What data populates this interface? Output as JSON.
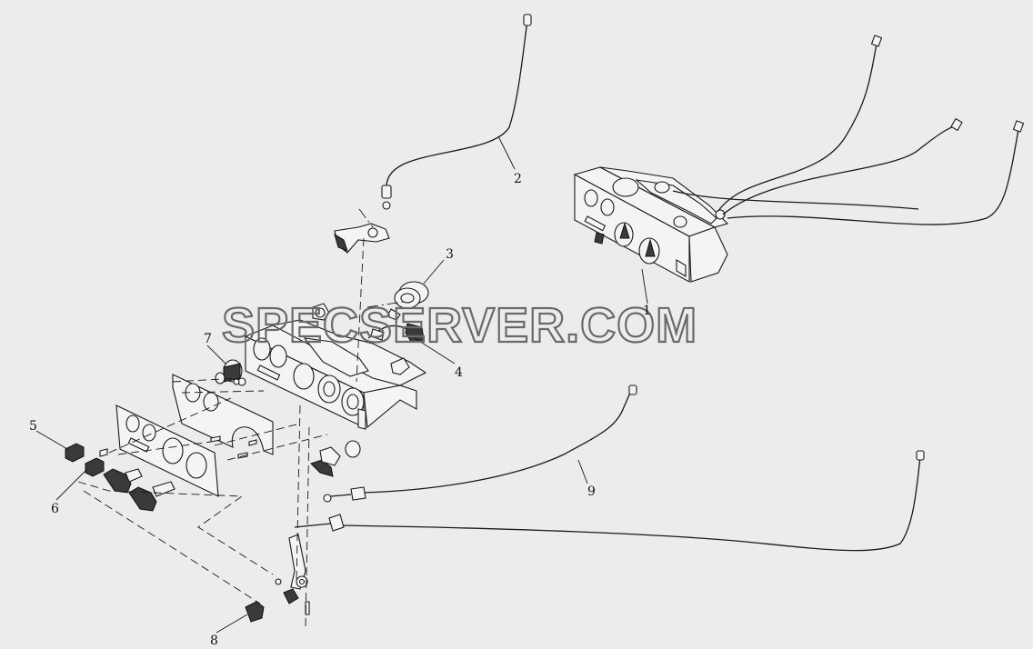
{
  "watermark": "SPECSERVER.COM",
  "callouts": [
    {
      "id": "1",
      "label": "1"
    },
    {
      "id": "2",
      "label": "2"
    },
    {
      "id": "3",
      "label": "3"
    },
    {
      "id": "4",
      "label": "4"
    },
    {
      "id": "5",
      "label": "5"
    },
    {
      "id": "6",
      "label": "6"
    },
    {
      "id": "7",
      "label": "7"
    },
    {
      "id": "8",
      "label": "8"
    },
    {
      "id": "9",
      "label": "9"
    }
  ]
}
